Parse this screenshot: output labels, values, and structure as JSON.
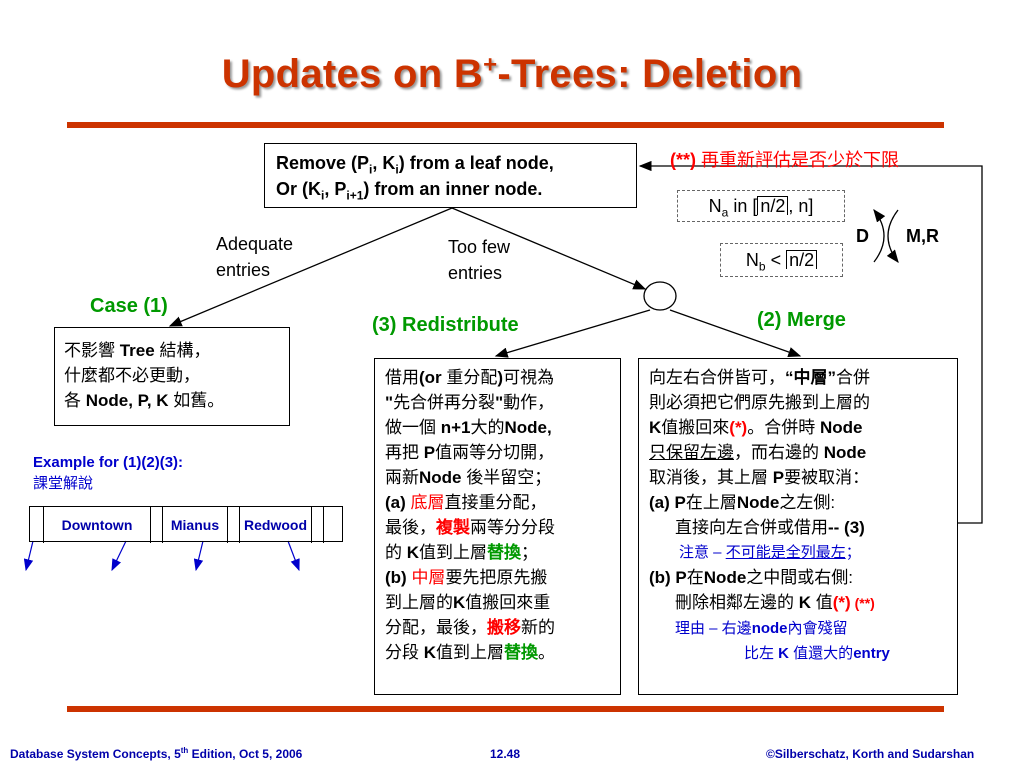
{
  "slide": {
    "title_prefix": "Updates on B",
    "title_sup": "+",
    "title_suffix": "-Trees: Deletion"
  },
  "top_box": {
    "l1_a": "Remove (P",
    "l1_s1": "i",
    "l1_b": ", K",
    "l1_s2": "i",
    "l1_c": ") from a leaf node,",
    "l2_a": "Or (K",
    "l2_s1": "i",
    "l2_b": ", P",
    "l2_s2": "i+1",
    "l2_c": ") from an inner node."
  },
  "note": {
    "marker": "(**)",
    "text": " 再重新評估是否少於下限"
  },
  "cond_d": {
    "a": "N",
    "sub": "a",
    "b": " in [",
    "ceil": "n/2",
    "c": ", n]"
  },
  "cond_mr": {
    "a": "N",
    "sub": "b",
    "b": " < ",
    "ceil": "n/2"
  },
  "labels": {
    "d": "D",
    "mr": "M,R",
    "adequate_1": "Adequate",
    "adequate_2": "entries",
    "toofew_1": "Too few",
    "toofew_2": "entries",
    "case1": "Case (1)",
    "redistribute": "(3) Redistribute",
    "merge": "(2) Merge"
  },
  "case1_box": {
    "l1_a": "不影響 ",
    "l1_b": "Tree",
    "l1_c": " 結構，",
    "l2": "什麼都不必更動，",
    "l3_a": "各 ",
    "l3_b": "Node, P, K",
    "l3_c": " 如舊。"
  },
  "redis_box": {
    "l1_a": "借用",
    "l1_b": "(or",
    "l1_c": " 重分配",
    "l1_d": ")",
    "l1_e": "可視為",
    "l2_a": "\"",
    "l2_b": "先合併再分裂",
    "l2_c": "\"",
    "l2_d": "動作，",
    "l3_a": "做一個 ",
    "l3_b": "n+1",
    "l3_c": "大的",
    "l3_d": "Node,",
    "l4_a": "再把 ",
    "l4_b": "P",
    "l4_c": "值兩等分切開，",
    "l5_a": "兩新",
    "l5_b": "Node",
    "l5_c": " 後半留空；",
    "l6_a": "(a) ",
    "l6_b": "底層",
    "l6_c": "直接重分配，",
    "l7_a": "最後，",
    "l7_b": "複製",
    "l7_c": "兩等分分段",
    "l8_a": "的 ",
    "l8_b": "K",
    "l8_c": "值到上層",
    "l8_d": "替換",
    "l8_e": "；",
    "l9_a": "(b) ",
    "l9_b": "中層",
    "l9_c": "要先把原先搬",
    "l10_a": "到上層的",
    "l10_b": "K",
    "l10_c": "值搬回來重",
    "l11_a": "分配，最後，",
    "l11_b": "搬移",
    "l11_c": "新的",
    "l12_a": "分段 ",
    "l12_b": "K",
    "l12_c": "值到上層",
    "l12_d": "替換",
    "l12_e": "。"
  },
  "merge_box": {
    "l1_a": "向左右合併皆可，",
    "l1_b": "“中層”",
    "l1_c": "合併",
    "l2": "則必須把它們原先搬到上層的",
    "l3_a": "K",
    "l3_b": "值搬回來",
    "l3_c": "(*)",
    "l3_d": "。合併時 ",
    "l3_e": "Node",
    "l4_a": "只保留左邊",
    "l4_b": "，而右邊的 ",
    "l4_c": "Node",
    "l5_a": "取消後，其上層 ",
    "l5_b": "P",
    "l5_c": "要被取消：",
    "l6_a": "(a) P",
    "l6_b": "在上層",
    "l6_c": "Node",
    "l6_d": "之左側:",
    "l7_a": "直接向左合併或借用",
    "l7_b": "-- (3)",
    "l8_a": "注意 – ",
    "l8_b": "不可能是全列最左",
    "l8_c": "；",
    "l9_a": "(b) P",
    "l9_b": "在",
    "l9_c": "Node",
    "l9_d": "之中間或右側:",
    "l10_a": "刪除相鄰左邊的 ",
    "l10_b": "K",
    "l10_c": " 值",
    "l10_d": "(*)",
    "l10_e": " (**)",
    "l11_a": "理由 – 右邊",
    "l11_b": "node",
    "l11_c": "內會殘留",
    "l12_a": "比左 ",
    "l12_b": "K",
    "l12_c": " 值還大的",
    "l12_d": "entry"
  },
  "example": {
    "l1": "Example for (1)(2)(3):",
    "l2": "課堂解說",
    "cells": [
      "Downtown",
      "Mianus",
      "Redwood"
    ]
  },
  "footer": {
    "left_a": "Database System Concepts, 5",
    "left_sup": "th",
    "left_b": " Edition, Oct 5,  2006",
    "center": "12.48",
    "right": "©Silberschatz, Korth and Sudarshan"
  },
  "colors": {
    "title": "#cc3300",
    "accent_red": "#ff0000",
    "green": "#009900",
    "blue": "#0000cc",
    "footer": "#0000aa"
  }
}
